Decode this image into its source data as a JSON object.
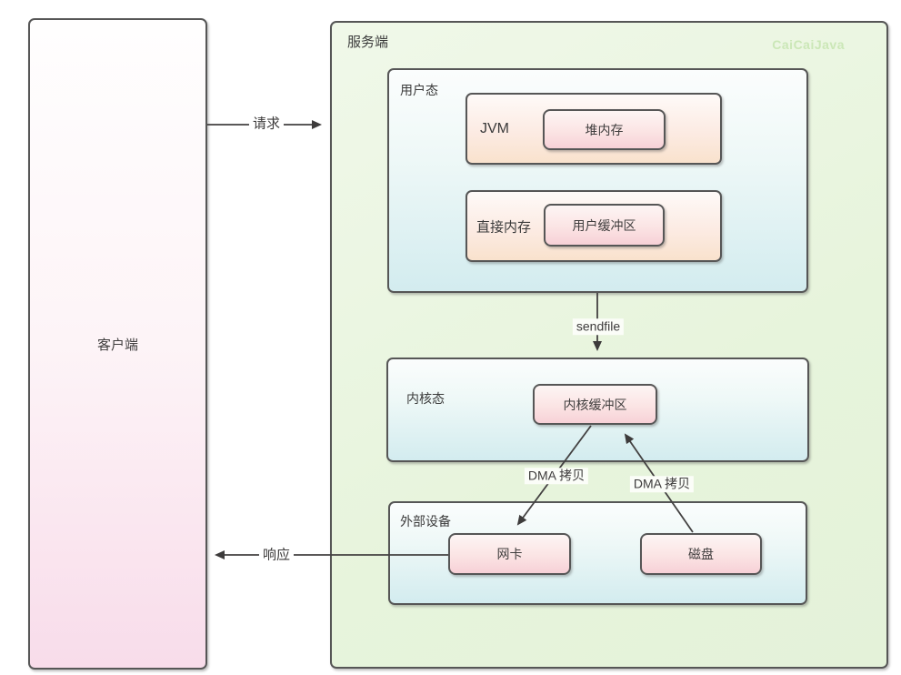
{
  "client": {
    "label": "客户端"
  },
  "server": {
    "label": "服务端",
    "watermark": "CaiCaiJava"
  },
  "userMode": {
    "label": "用户态",
    "jvm": "JVM",
    "heap": "堆内存",
    "direct": "直接内存",
    "userBuffer": "用户缓冲区"
  },
  "kernelMode": {
    "label": "内核态",
    "kernelBuffer": "内核缓冲区"
  },
  "external": {
    "label": "外部设备",
    "nic": "网卡",
    "disk": "磁盘"
  },
  "flows": {
    "request": "请求",
    "response": "响应",
    "sendfile": "sendfile",
    "dmaLeft": "DMA 拷贝",
    "dmaRight": "DMA 拷贝"
  },
  "colors": {
    "line": "#434141",
    "border": "#565656",
    "watermark": "#cbe7b7",
    "clientPink": "#f8dcea",
    "serverGreen": "#e7f4dc",
    "modeCyan": "#d3ecef",
    "bufferPink": "#f7d1d7"
  }
}
